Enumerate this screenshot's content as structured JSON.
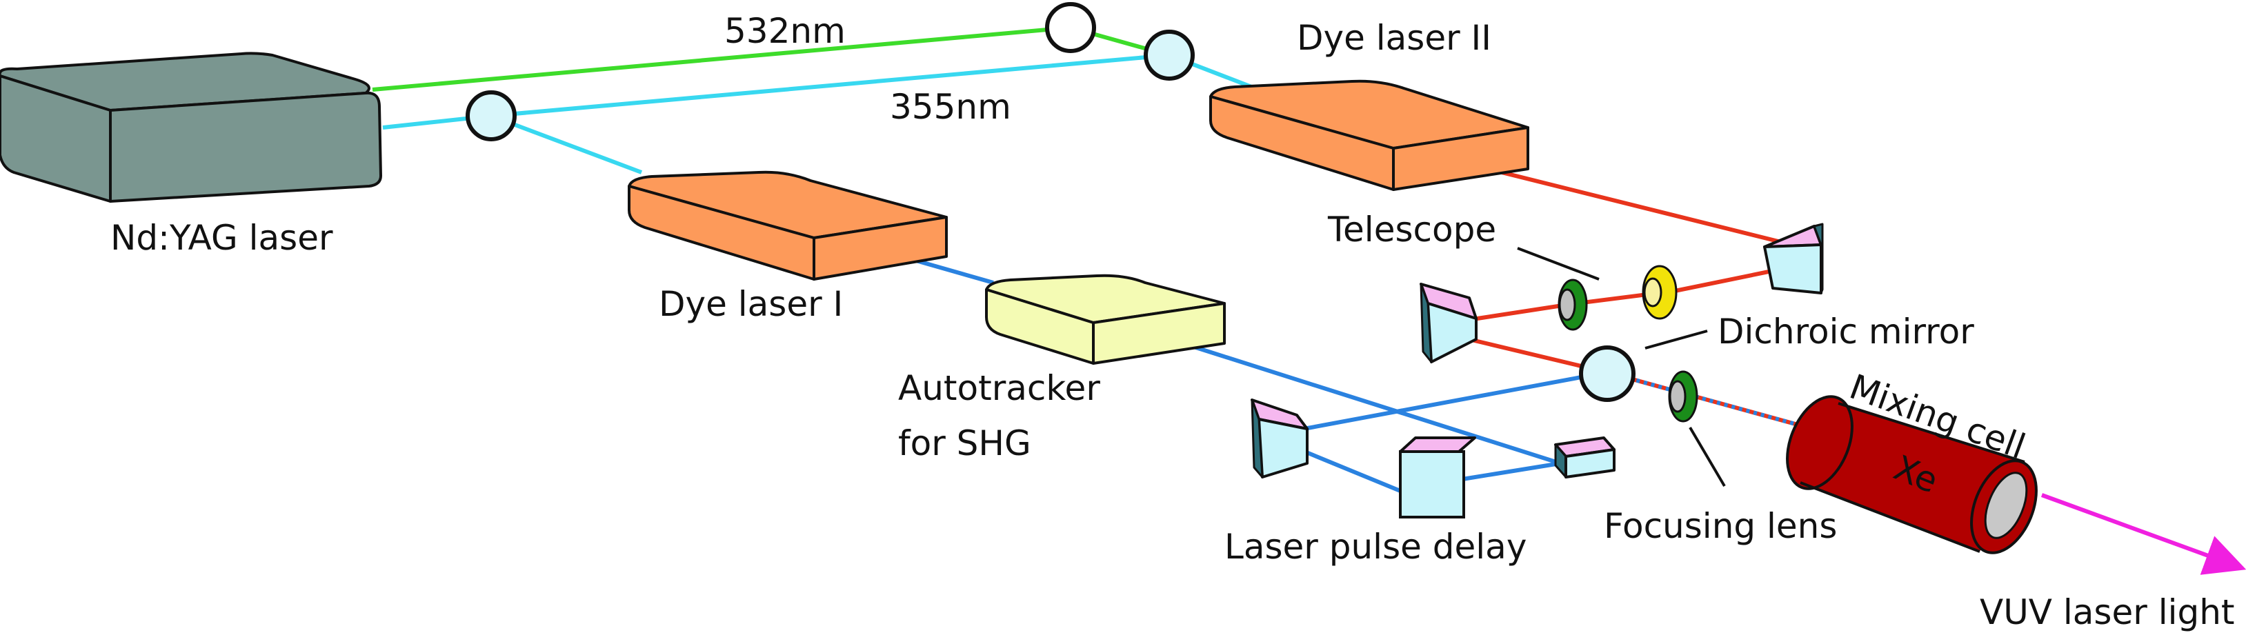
{
  "colors": {
    "green_beam": "#3ddc2a",
    "cyan_beam": "#38d8f0",
    "red_beam": "#e8341c",
    "blue_beam": "#2a82e0",
    "vuv_beam": "#f020e0",
    "yag_body": "#7a9690",
    "dye_body": "#fd9a5a",
    "autotracker_body": "#f4fbb4",
    "mixing_cell": "#b10000",
    "prism": "#c8f4fa",
    "prism_top": "#f6b8ef",
    "lens_green": "#1a8c1a",
    "lens_yellow": "#f2e20a",
    "mirror_fill": "#d8f6fa"
  },
  "labels": {
    "beam_532": "532nm",
    "beam_355": "355nm",
    "ndyag": "Nd:YAG laser",
    "dye1": "Dye laser I",
    "dye2": "Dye laser II",
    "autotracker_line1": "Autotracker",
    "autotracker_line2": "for SHG",
    "telescope": "Telescope",
    "dichroic": "Dichroic mirror",
    "mixing_cell": "Mixing cell",
    "xe": "Xe",
    "focusing_lens": "Focusing lens",
    "pulse_delay": "Laser pulse delay",
    "vuv": "VUV laser light"
  }
}
